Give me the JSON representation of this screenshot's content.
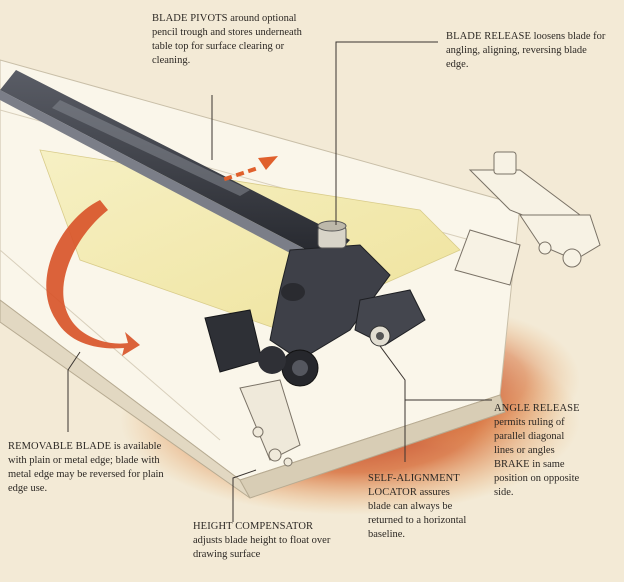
{
  "callouts": {
    "blade_pivots": {
      "term": "BLADE PIVOTS",
      "text": " around optional pencil trough and stores underneath table top for surface clearing or cleaning."
    },
    "blade_release": {
      "term": "BLADE RELEASE",
      "text": " loosens blade for angling, aligning, reversing blade edge."
    },
    "removable_blade": {
      "term": "REMOVABLE BLADE",
      "text": " is available with plain or metal edge; blade with metal edge may be reversed for plain edge use."
    },
    "height_compensator": {
      "term": "HEIGHT COMPENSATOR",
      "text": " adjusts blade height to float over drawing surface"
    },
    "self_alignment_locator": {
      "term": "SELF-ALIGNMENT LOCATOR",
      "text": " assures blade can always be returned to a horizontal baseline."
    },
    "angle_release": {
      "term": "ANGLE RELEASE",
      "text": " permits ruling of parallel diagonal lines or angles BRAKE in same position on opposite side."
    }
  },
  "colors": {
    "background": "#f3ead6",
    "board": "#faf6ea",
    "paper": "#f3eab0",
    "blade": "#3b3d44",
    "arrow": "#d8552a",
    "splash": "#c8411c"
  }
}
